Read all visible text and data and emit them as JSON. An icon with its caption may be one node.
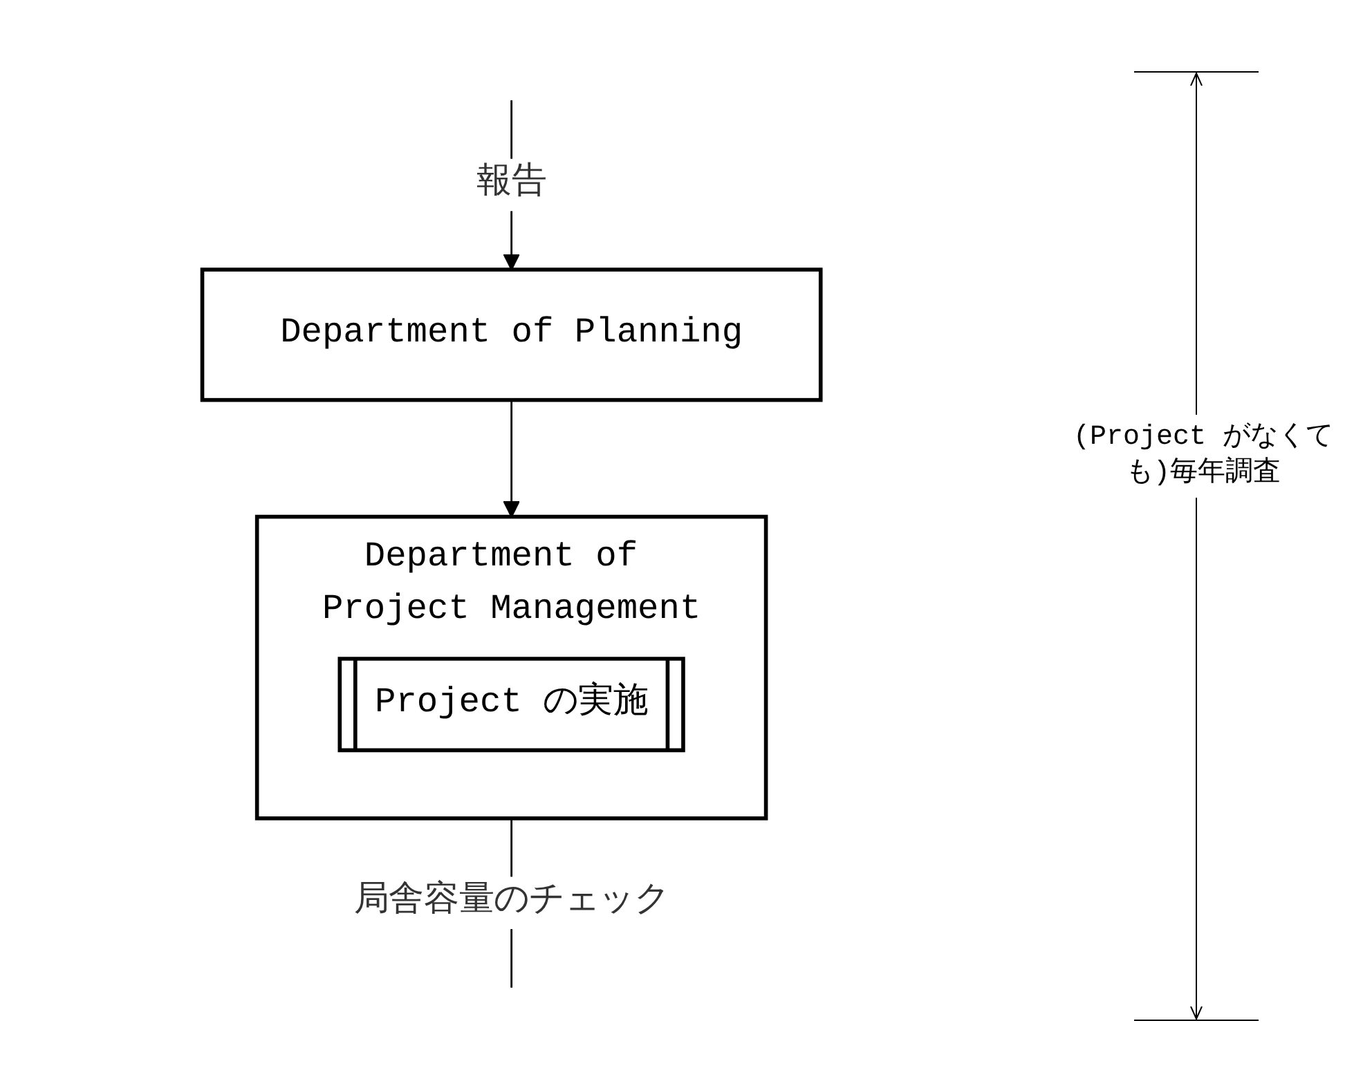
{
  "diagram": {
    "nodes": [
      {
        "text": [
          "Department of Planning"
        ]
      },
      {
        "text": [
          "Department of Project Management"
        ]
      },
      {
        "text": [
          "Project の実施"
        ],
        "in": 1
      }
    ],
    "edges": [
      {
        "from": 0,
        "to": 1,
        "arrow": "to"
      },
      {
        "from": 1,
        "to": null,
        "arrow": "none",
        "label": "局舎容量のチェック"
      },
      {
        "from": null,
        "to": 0,
        "arrow": "to",
        "label": "報告"
      }
    ],
    "labels": [
      "(Project がなくても)毎年調査"
    ]
  }
}
